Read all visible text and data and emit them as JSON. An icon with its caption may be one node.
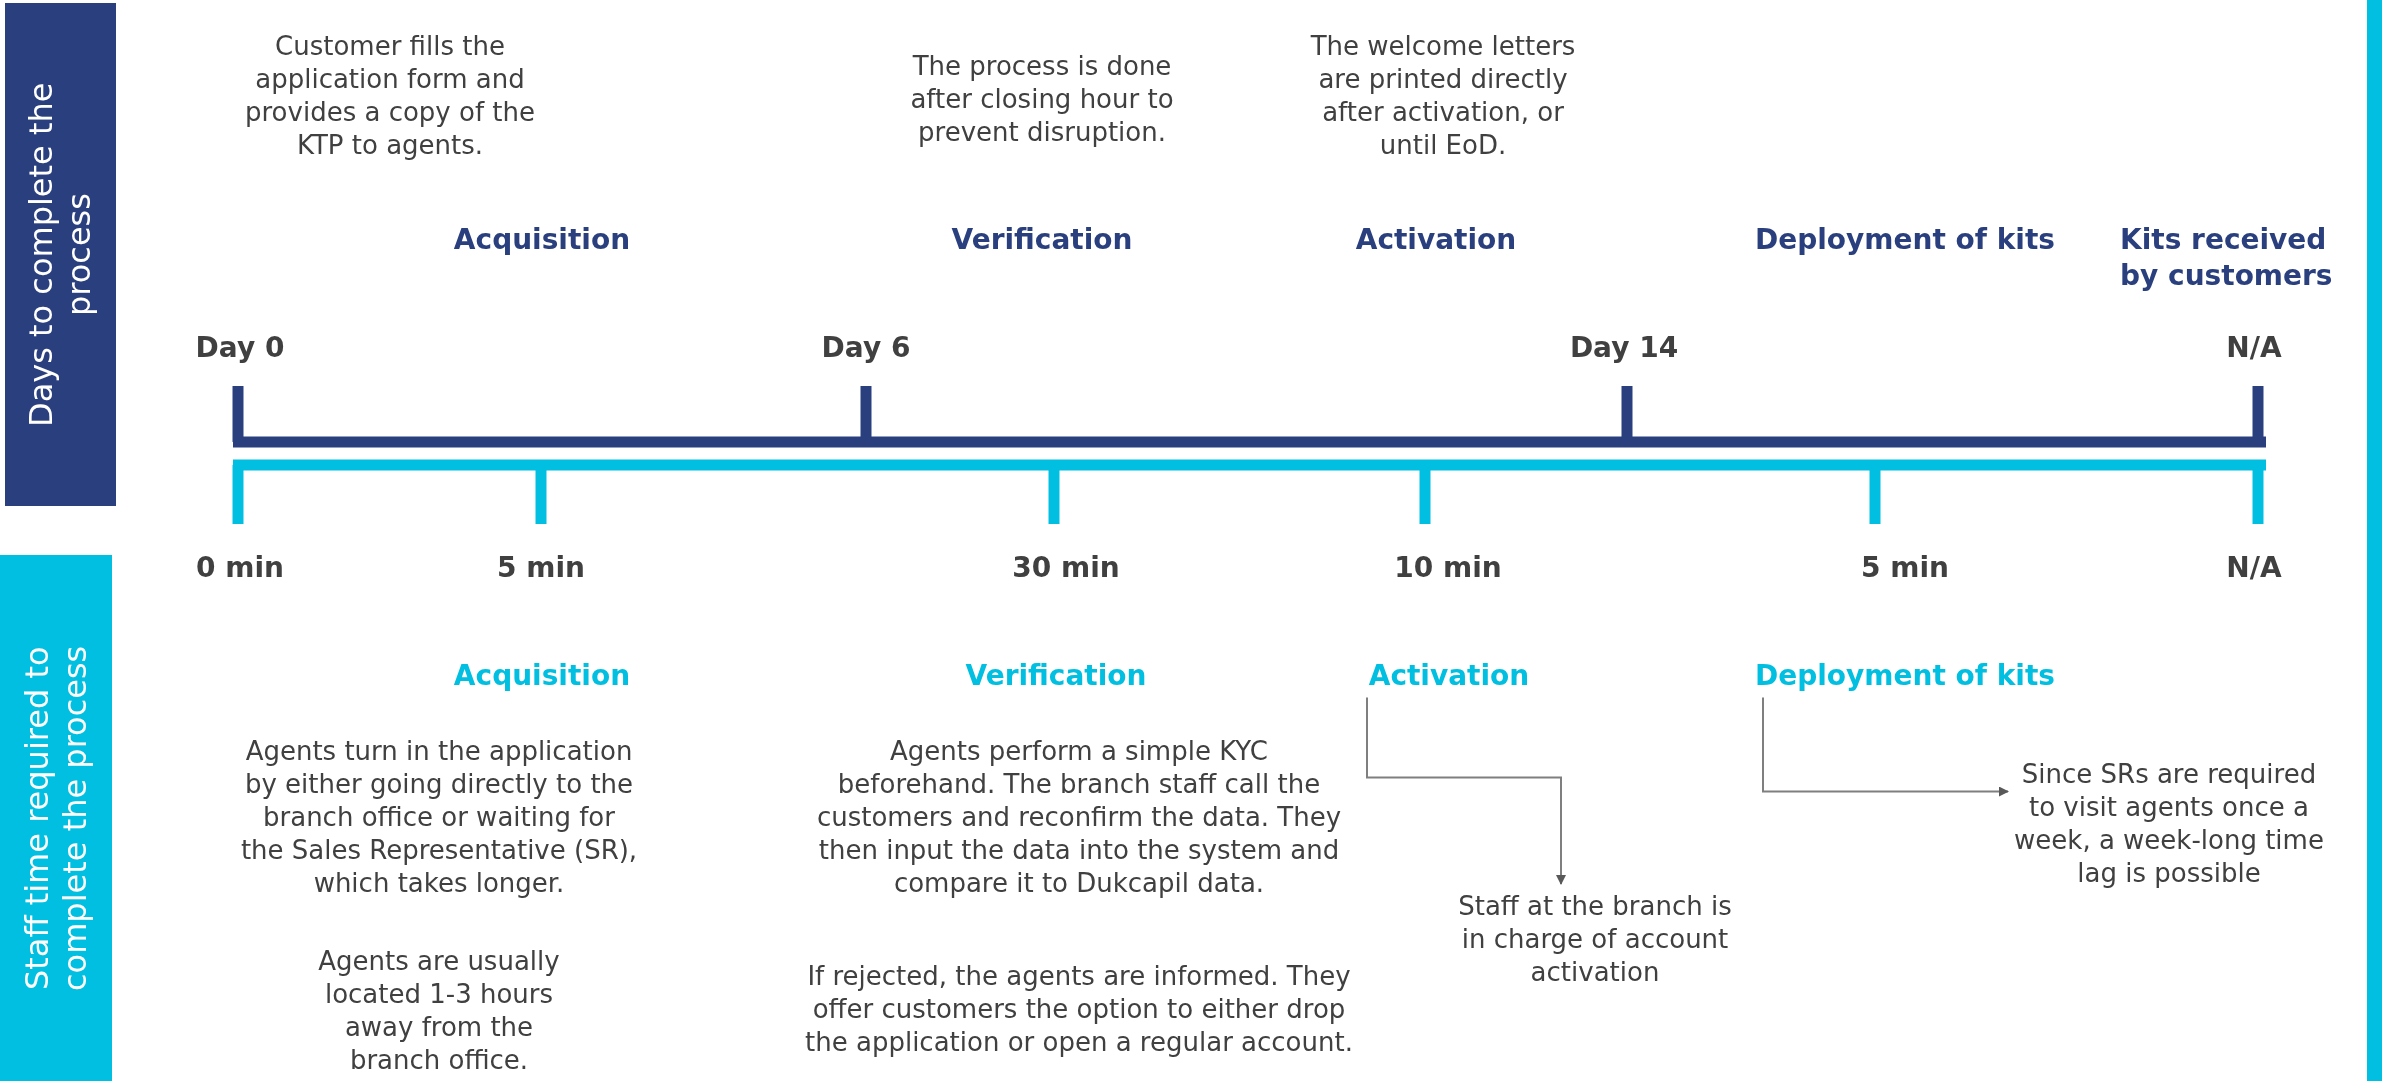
{
  "diagram": {
    "nodes": [
      {
        "text": [
          "Days to complete the process"
        ]
      },
      {
        "text": [
          "Staff time required to complete the process"
        ]
      },
      {
        "text": [
          "Activation"
        ]
      },
      {
        "text": [
          "Staff at the branch is in charge of account activation"
        ]
      },
      {
        "text": [
          "Deployment of kits"
        ]
      },
      {
        "text": [
          "Since SRs are required to visit agents once a week, a week-long time lag is possible"
        ]
      },
      {
        "text": [],
        "shape": "bar"
      }
    ],
    "edges": [
      {
        "from": 2,
        "to": 3,
        "arrow": "to"
      },
      {
        "from": 4,
        "to": 5,
        "arrow": "to"
      }
    ],
    "labels": [
      "Customer fills the application form and provides a copy of the KTP to agents.",
      "The process is done after closing hour to prevent disruption.",
      "The welcome letters are printed directly after activation, or until EoD.",
      "Acquisition",
      "Verification",
      "Activation",
      "Deployment of kits",
      "Kits received by customers",
      "Day 0",
      "Day 6",
      "Day 14",
      "N/A",
      "0 min",
      "5 min",
      "30 min",
      "10 min",
      "5 min",
      "N/A",
      "Acquisition",
      "Verification",
      "Agents turn in the application by either going directly to the branch office or waiting for the Sales Representative (SR), which takes longer.",
      "Agents are usually located 1-3 hours away from the branch office.",
      "Agents perform a simple KYC beforehand. The branch staff call the customers and reconfirm the data. They then input the data into the system and compare it to Dukcapil data.",
      "If rejected, the agents are informed. They offer customers the option to either drop the application or open a regular account."
    ]
  }
}
